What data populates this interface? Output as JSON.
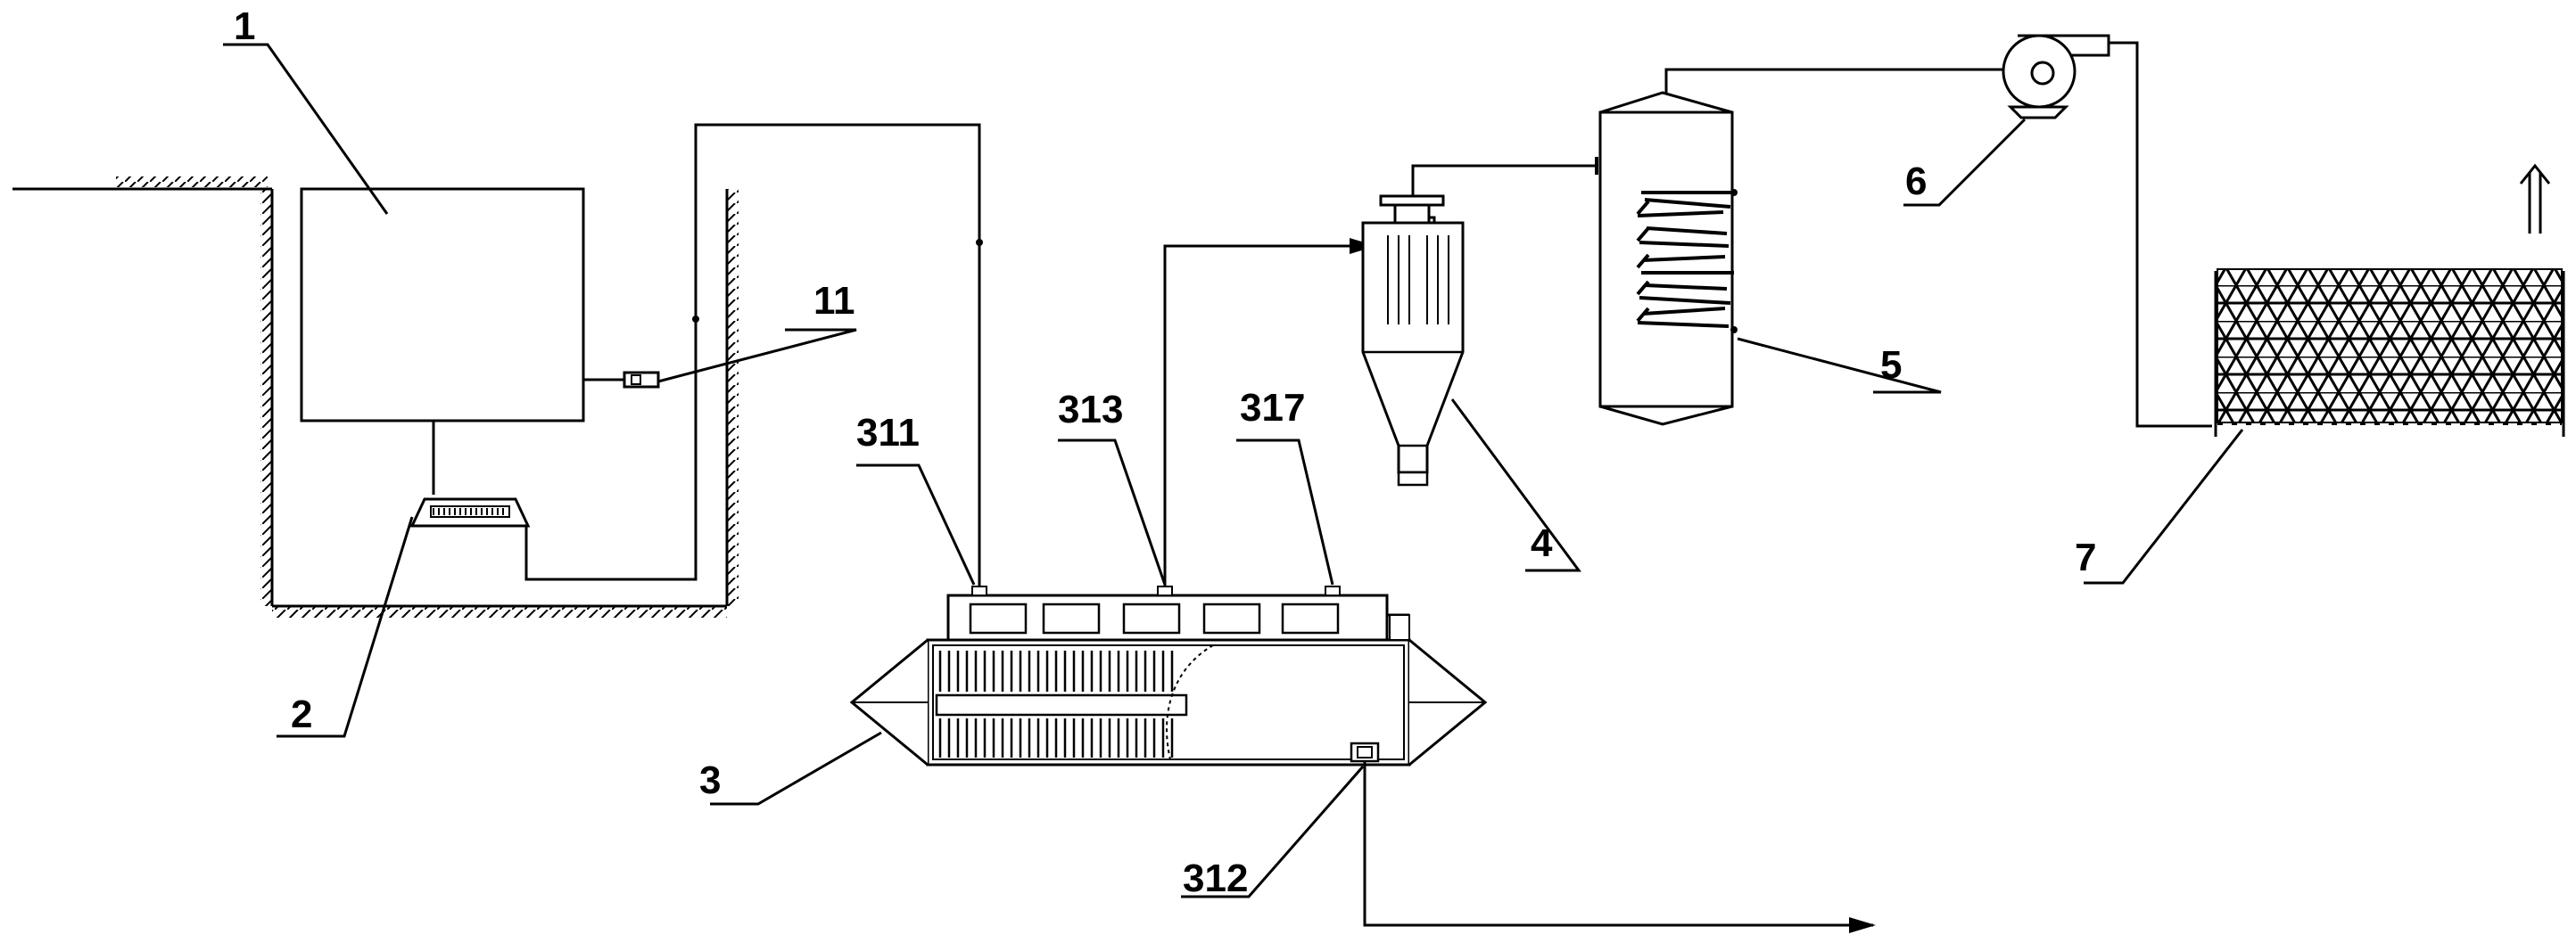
{
  "labels": {
    "l1": "1",
    "l2": "2",
    "l3": "3",
    "l4": "4",
    "l5": "5",
    "l6": "6",
    "l7": "7",
    "l11": "11",
    "l311": "311",
    "l312": "312",
    "l313": "313",
    "l317": "317"
  }
}
